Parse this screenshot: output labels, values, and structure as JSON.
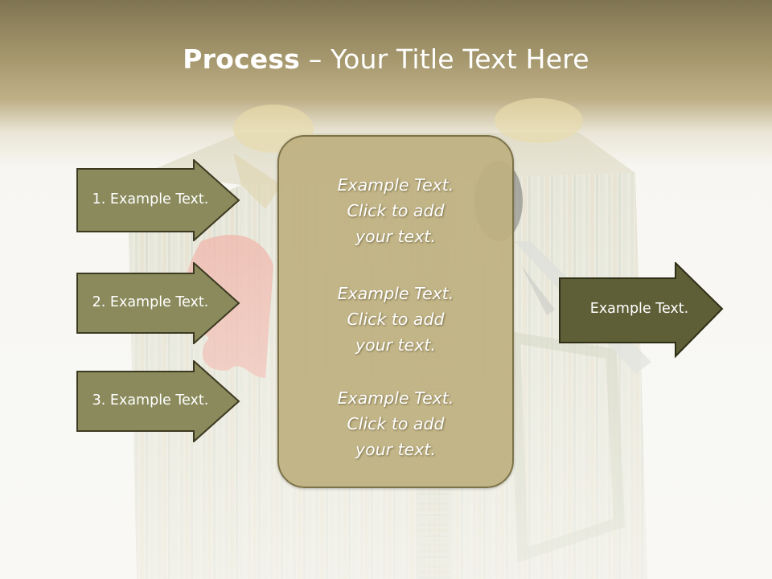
{
  "slide": {
    "title_bold": "Process",
    "title_rest": " – Your Title Text Here"
  },
  "left_arrows": [
    {
      "label": "1. Example Text."
    },
    {
      "label": "2. Example Text."
    },
    {
      "label": "3. Example Text."
    }
  ],
  "center_panel": {
    "blocks": [
      {
        "line1": "Example Text.",
        "line2": "Click  to add",
        "line3": "your text."
      },
      {
        "line1": "Example Text.",
        "line2": "Click  to add",
        "line3": "your text."
      },
      {
        "line1": "Example Text.",
        "line2": "Click  to add",
        "line3": "your text."
      }
    ]
  },
  "right_arrow": {
    "label": "Example Text."
  },
  "colors": {
    "left_arrow_fill": "#8a8a5c",
    "left_arrow_border": "#3d3a22",
    "right_arrow_fill": "#5e5f36",
    "panel_fill": "#beb080",
    "header_band": "#9e8f62"
  },
  "background": {
    "image": "striped-gift-box-with-key"
  }
}
